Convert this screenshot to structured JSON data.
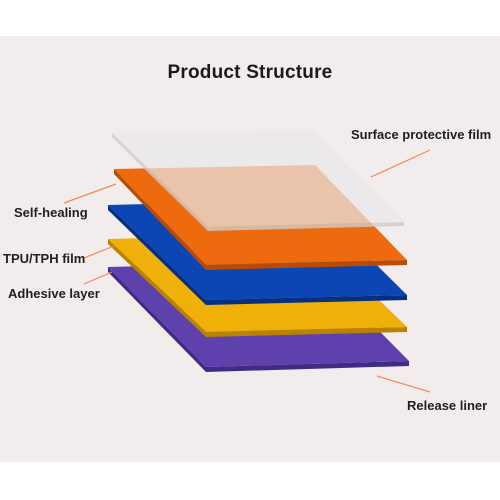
{
  "title": "Product Structure",
  "layers": [
    {
      "label": "Surface protective film",
      "color": "#dcdcdc"
    },
    {
      "label": "Self-healing",
      "color": "#ee6a0e"
    },
    {
      "label": "TPU/TPH film",
      "color": "#0c45b4"
    },
    {
      "label": "Adhesive layer",
      "color": "#efb009"
    },
    {
      "label": "Release liner",
      "color": "#5e41ad"
    }
  ],
  "colors": {
    "background_panel": "#f2ecec",
    "leader_line": "#f08a5a"
  }
}
